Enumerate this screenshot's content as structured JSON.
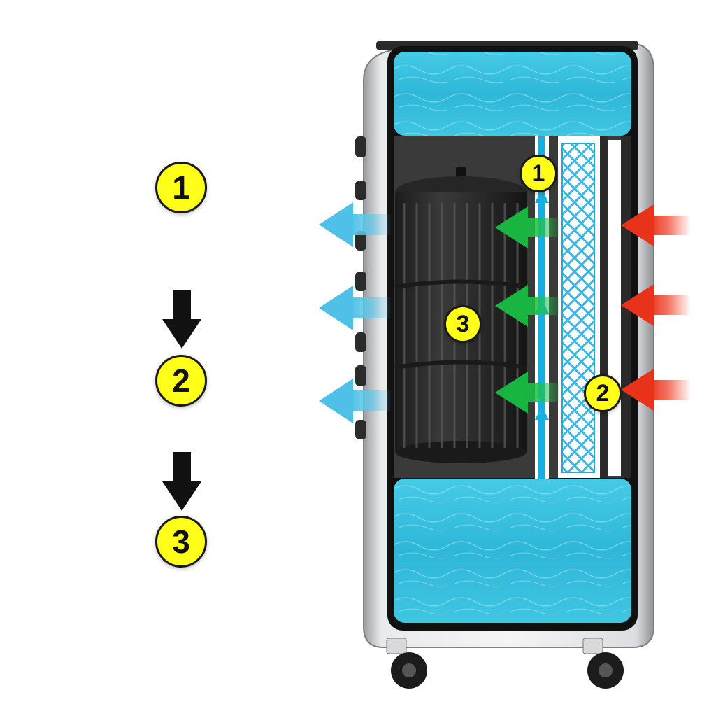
{
  "colors": {
    "water": "#33c0de",
    "cool_air": "#5cc8ea",
    "warm_air": "#f0442a",
    "fan_air": "#21c24a",
    "pump_line": "#17aee0",
    "label_fill": "#ffff1a",
    "housing": "#d9dadc",
    "interior": "#3a3a3a"
  },
  "steps_legend": [
    {
      "number": "1"
    },
    {
      "number": "2"
    },
    {
      "number": "3"
    }
  ],
  "diagram_labels": {
    "pump_line": "1",
    "filter": "2",
    "fan": "3"
  },
  "icons": {
    "sequence_arrow": "down-arrow-icon",
    "warm_air": "red-arrow-icon",
    "cool_air": "blue-arrow-icon",
    "fan_air": "green-arrow-icon",
    "water_flow": "cyan-up-arrow-icon"
  }
}
